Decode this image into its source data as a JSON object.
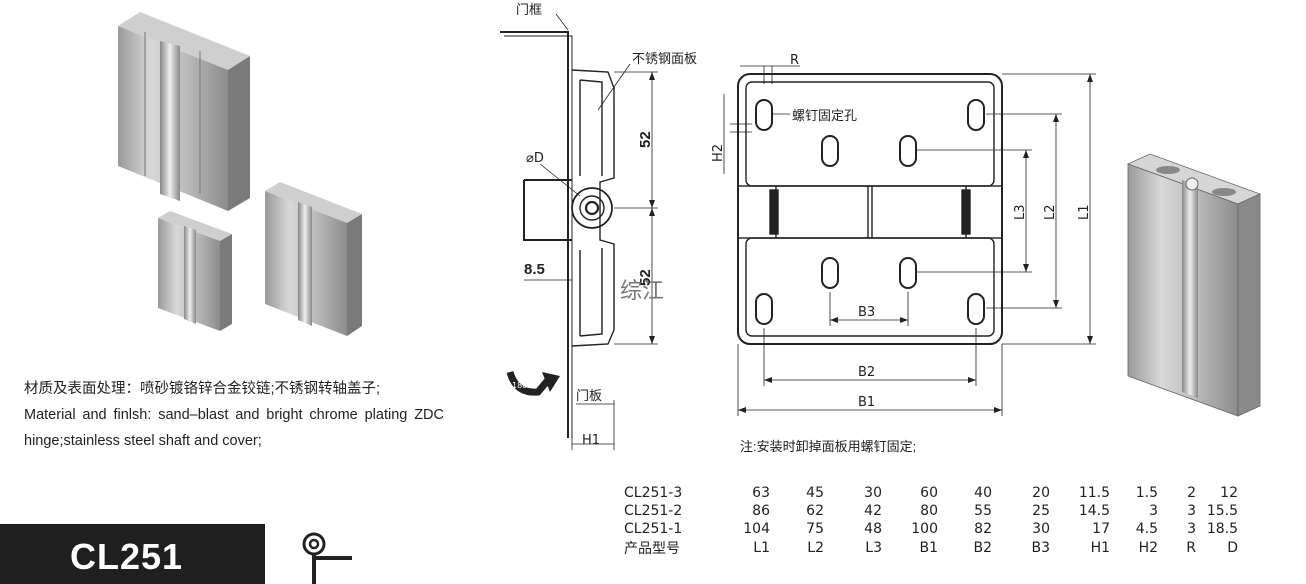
{
  "description": {
    "cn": "材质及表面处理：喷砂镀铬锌合金铰链;不锈钢转轴盖子;",
    "en": "Material and finlsh: sand–blast and bright chrome plating ZDC hinge;stainless steel shaft and cover;"
  },
  "model": "CL251",
  "drawing_labels": {
    "door_frame": "门框",
    "stainless_panel": "不锈钢面板",
    "screw_hole": "螺钉固定孔",
    "door_panel": "门板",
    "diameter": "⌀D",
    "dim_52_top": "52",
    "dim_52_bottom": "52",
    "dim_8_5": "8.5",
    "h1": "H1",
    "h2": "H2",
    "r": "R",
    "l1": "L1",
    "l2": "L2",
    "l3": "L3",
    "b1": "B1",
    "b2": "B2",
    "b3": "B3",
    "rotation": "180°",
    "watermark": "综江"
  },
  "note": "注:安装时卸掉面板用螺钉固定;",
  "spec_table": {
    "header": [
      "产品型号",
      "L1",
      "L2",
      "L3",
      "B1",
      "B2",
      "B3",
      "H1",
      "H2",
      "R",
      "D"
    ],
    "rows": [
      [
        "CL251-3",
        "63",
        "45",
        "30",
        "60",
        "40",
        "20",
        "11.5",
        "1.5",
        "2",
        "12"
      ],
      [
        "CL251-2",
        "86",
        "62",
        "42",
        "80",
        "55",
        "25",
        "14.5",
        "3",
        "3",
        "15.5"
      ],
      [
        "CL251-1",
        "104",
        "75",
        "48",
        "100",
        "82",
        "30",
        "17",
        "4.5",
        "3",
        "18.5"
      ]
    ]
  },
  "colors": {
    "hinge_light": "#dcdcdc",
    "hinge_mid": "#b4b4b4",
    "hinge_dark": "#8e8e8e",
    "model_bg": "#1f1f1f",
    "line": "#222222"
  }
}
